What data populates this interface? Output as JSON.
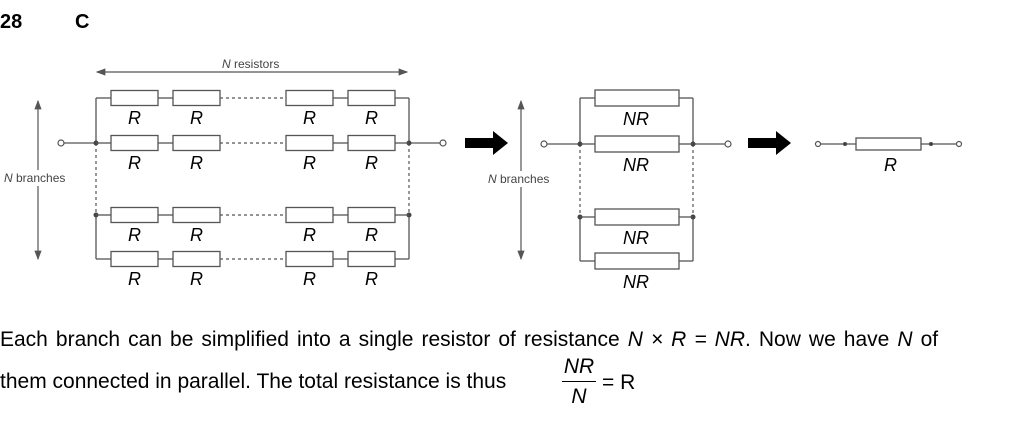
{
  "question": {
    "number": "28",
    "answer": "C"
  },
  "diagram": {
    "stage1": {
      "top_label_italic": "N",
      "top_label_text": " resistors",
      "side_label_italic": "N",
      "side_label_text": " branches",
      "resistor_label": "R",
      "branches": 4,
      "resistors_per_branch_shown": 4
    },
    "stage2": {
      "side_label_italic": "N",
      "side_label_text": " branches",
      "resistor_label": "NR",
      "branches": 4
    },
    "stage3": {
      "resistor_label": "R"
    },
    "arrows": [
      "right-arrow",
      "right-arrow"
    ]
  },
  "explanation": {
    "line1_text": "Each branch can be simplified into a single resistor of resistance ",
    "line1_math": "N × R = NR",
    "line1_text2": ". Now we have ",
    "line1_math2": "N",
    "line1_text3": " of",
    "line2_text": "them connected in parallel. The total resistance is thus ",
    "fraction_numerator": "NR",
    "fraction_denominator": "N",
    "fraction_result": "= R"
  }
}
